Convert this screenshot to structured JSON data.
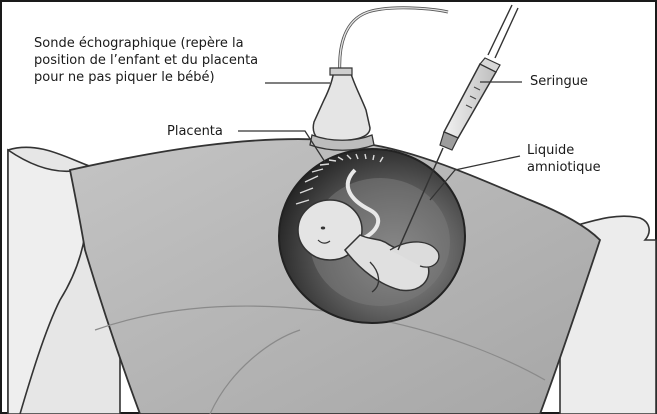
{
  "labels": {
    "probe": {
      "line1": "Sonde échographique (repère la",
      "line2": "position de l’enfant et du placenta",
      "line3": "pour ne pas piquer le bébé)"
    },
    "placenta": "Placenta",
    "syringe": "Seringue",
    "amniotic": {
      "line1": "Liquide",
      "line2": "amniotique"
    }
  },
  "colors": {
    "frame": "#1a1a1a",
    "body_fill": "#b9b9b9",
    "sheet_fill": "#e9e9e9",
    "uterus_dark": "#2e2e2e",
    "fluid": "#6f6f6f",
    "fetus": "#e2e2e2"
  }
}
